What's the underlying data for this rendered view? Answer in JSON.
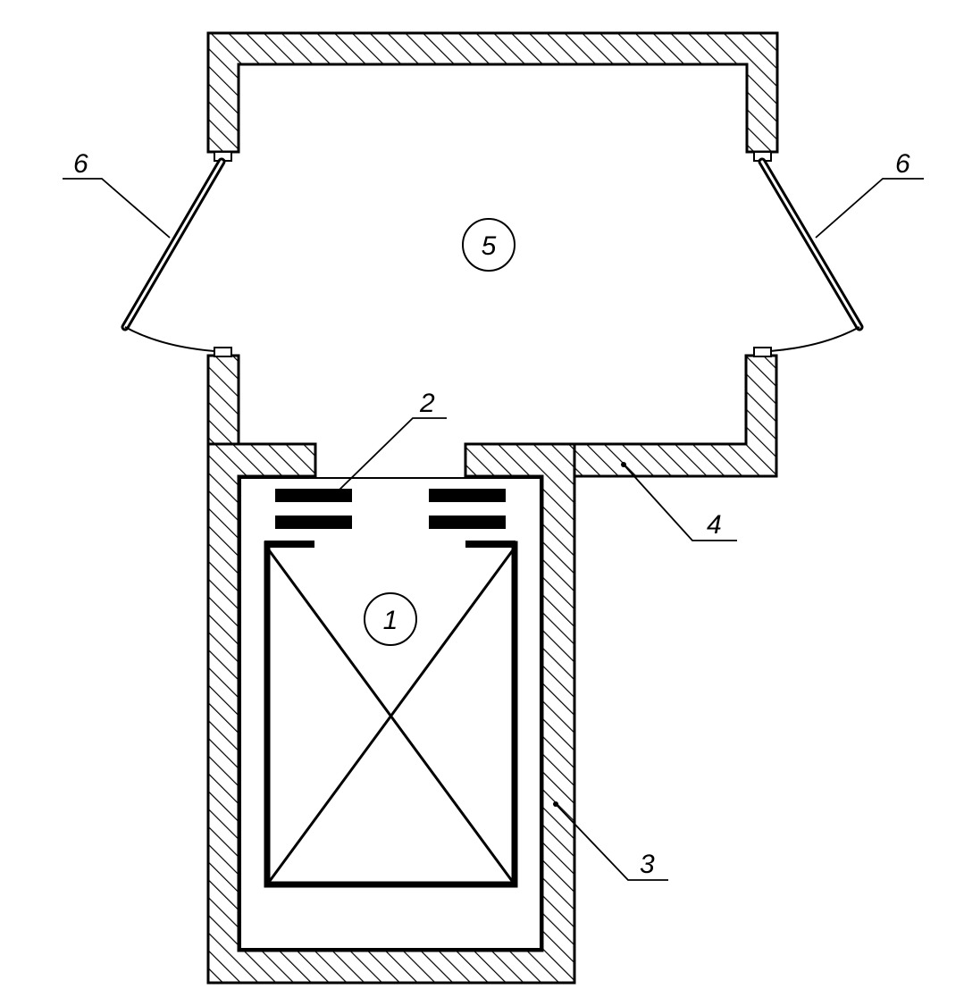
{
  "labels": {
    "car_number": "1",
    "car_doors_number": "2",
    "shaft_number": "3",
    "landing_wall_number": "4",
    "lobby_number": "5",
    "hall_doors_left_number": "6",
    "hall_doors_right_number": "6"
  }
}
